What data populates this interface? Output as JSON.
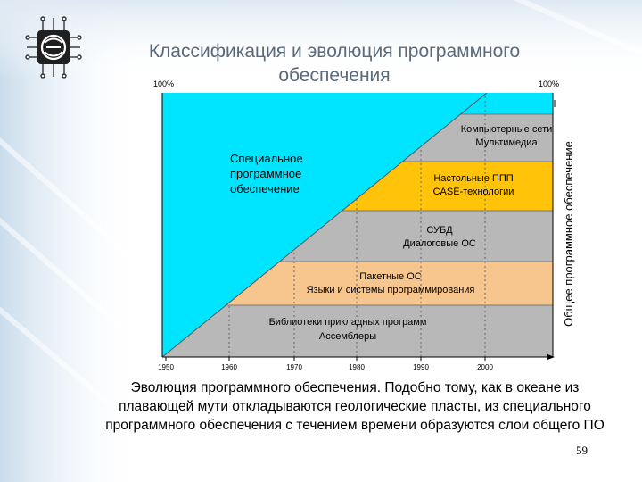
{
  "slide": {
    "title": "Классификация и эволюция программного обеспечения",
    "caption": "Эволюция  программного обеспечения. Подобно тому, как в океане из плавающей мути откладываются геологические пласты, из специального программного обеспечения с течением времени образуются слои общего ПО",
    "page_number": "59"
  },
  "logo": {
    "name": "chip-logo-icon"
  },
  "diagram": {
    "label_left_top": "100%",
    "label_right_top": "100%",
    "special_region_label": [
      "Специальное",
      "программное",
      "обеспечение"
    ],
    "vertical_axis_label": "Общее программное обеспечение",
    "x_ticks": [
      "1950",
      "1960",
      "1970",
      "1980",
      "1990",
      "2000"
    ],
    "layers": [
      {
        "lines": [
          "Библиотеки прикладных программ",
          "Ассемблеры"
        ],
        "color": "#b8b8b8"
      },
      {
        "lines": [
          "Пакетные ОС",
          "Языки и системы программирования"
        ],
        "color": "#f7c58e"
      },
      {
        "lines": [
          "СУБД",
          "Диалоговые ОС"
        ],
        "color": "#b8b8b8"
      },
      {
        "lines": [
          "Настольные ППП",
          "CASE-технологии"
        ],
        "color": "#ffc40a"
      },
      {
        "lines": [
          "Компьютерные сети",
          "Мультимедиа"
        ],
        "color": "#b8b8b8"
      }
    ],
    "special_color": "#00e5ff"
  }
}
